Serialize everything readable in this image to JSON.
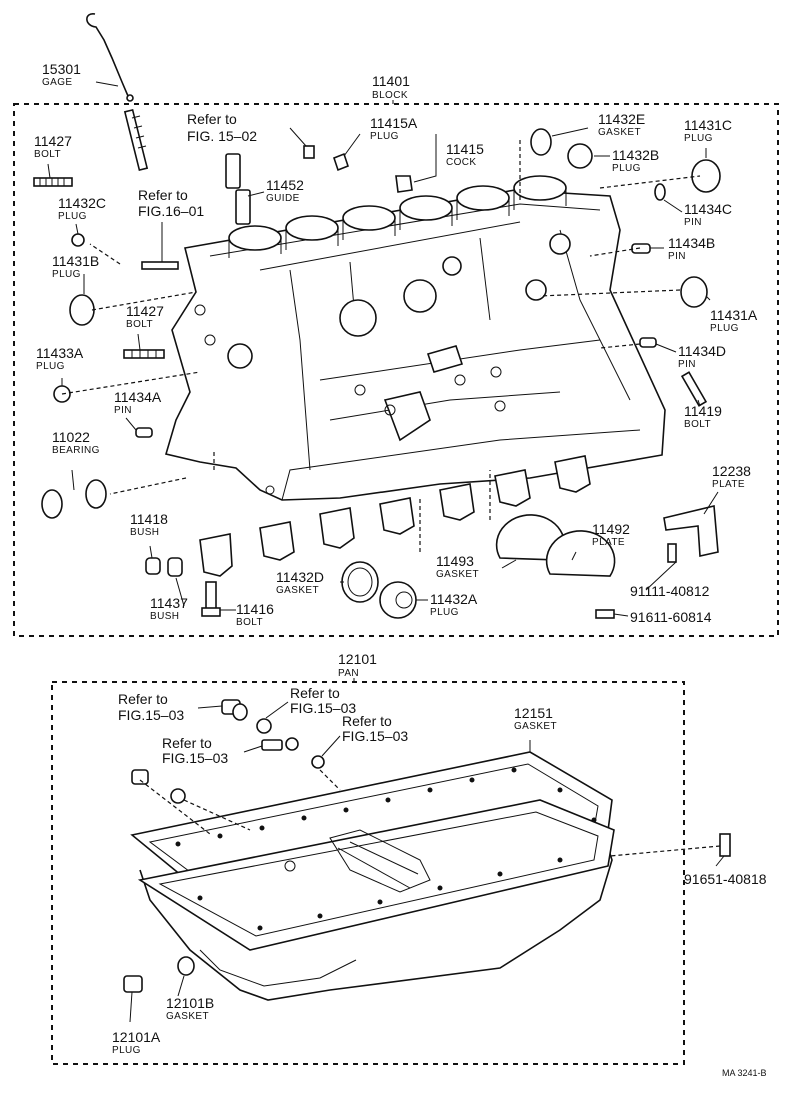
{
  "block_group": {
    "number": "11401",
    "name": "BLOCK"
  },
  "pan_group": {
    "number": "12101",
    "name": "PAN"
  },
  "drawing_code": "MA 3241-B",
  "refs": {
    "fig1502": [
      "Refer to",
      "FIG. 15–02"
    ],
    "fig1601": [
      "Refer to",
      "FIG.16–01"
    ],
    "fig1503": [
      "Refer to",
      "FIG.15–03"
    ]
  },
  "parts": {
    "p15301": {
      "number": "15301",
      "name": "GAGE"
    },
    "p11427a": {
      "number": "11427",
      "name": "BOLT"
    },
    "p11432c": {
      "number": "11432C",
      "name": "PLUG"
    },
    "p11431b": {
      "number": "11431B",
      "name": "PLUG"
    },
    "p11427b": {
      "number": "11427",
      "name": "BOLT"
    },
    "p11433a": {
      "number": "11433A",
      "name": "PLUG"
    },
    "p11434a": {
      "number": "11434A",
      "name": "PIN"
    },
    "p11022": {
      "number": "11022",
      "name": "BEARING"
    },
    "p11418": {
      "number": "11418",
      "name": "BUSH"
    },
    "p11437": {
      "number": "11437",
      "name": "BUSH"
    },
    "p11416": {
      "number": "11416",
      "name": "BOLT"
    },
    "p11432d": {
      "number": "11432D",
      "name": "GASKET"
    },
    "p11432a": {
      "number": "11432A",
      "name": "PLUG"
    },
    "p11493": {
      "number": "11493",
      "name": "GASKET"
    },
    "p11492": {
      "number": "11492",
      "name": "PLATE"
    },
    "p12238": {
      "number": "12238",
      "name": "PLATE"
    },
    "p11419": {
      "number": "11419",
      "name": "BOLT"
    },
    "p11434d": {
      "number": "11434D",
      "name": "PIN"
    },
    "p11431a": {
      "number": "11431A",
      "name": "PLUG"
    },
    "p11434b": {
      "number": "11434B",
      "name": "PIN"
    },
    "p11434c": {
      "number": "11434C",
      "name": "PIN"
    },
    "p11431c": {
      "number": "11431C",
      "name": "PLUG"
    },
    "p11432e": {
      "number": "11432E",
      "name": "GASKET"
    },
    "p11432b": {
      "number": "11432B",
      "name": "PLUG"
    },
    "p11415a": {
      "number": "11415A",
      "name": "PLUG"
    },
    "p11415": {
      "number": "11415",
      "name": "COCK"
    },
    "p11452": {
      "number": "11452",
      "name": "GUIDE"
    },
    "p12151": {
      "number": "12151",
      "name": "GASKET"
    },
    "p12101b": {
      "number": "12101B",
      "name": "GASKET"
    },
    "p12101a": {
      "number": "12101A",
      "name": "PLUG"
    }
  },
  "bolts": {
    "b9111140812": "91111-40812",
    "b9161160814": "91611-60814",
    "b9165140818": "91651-40818"
  }
}
